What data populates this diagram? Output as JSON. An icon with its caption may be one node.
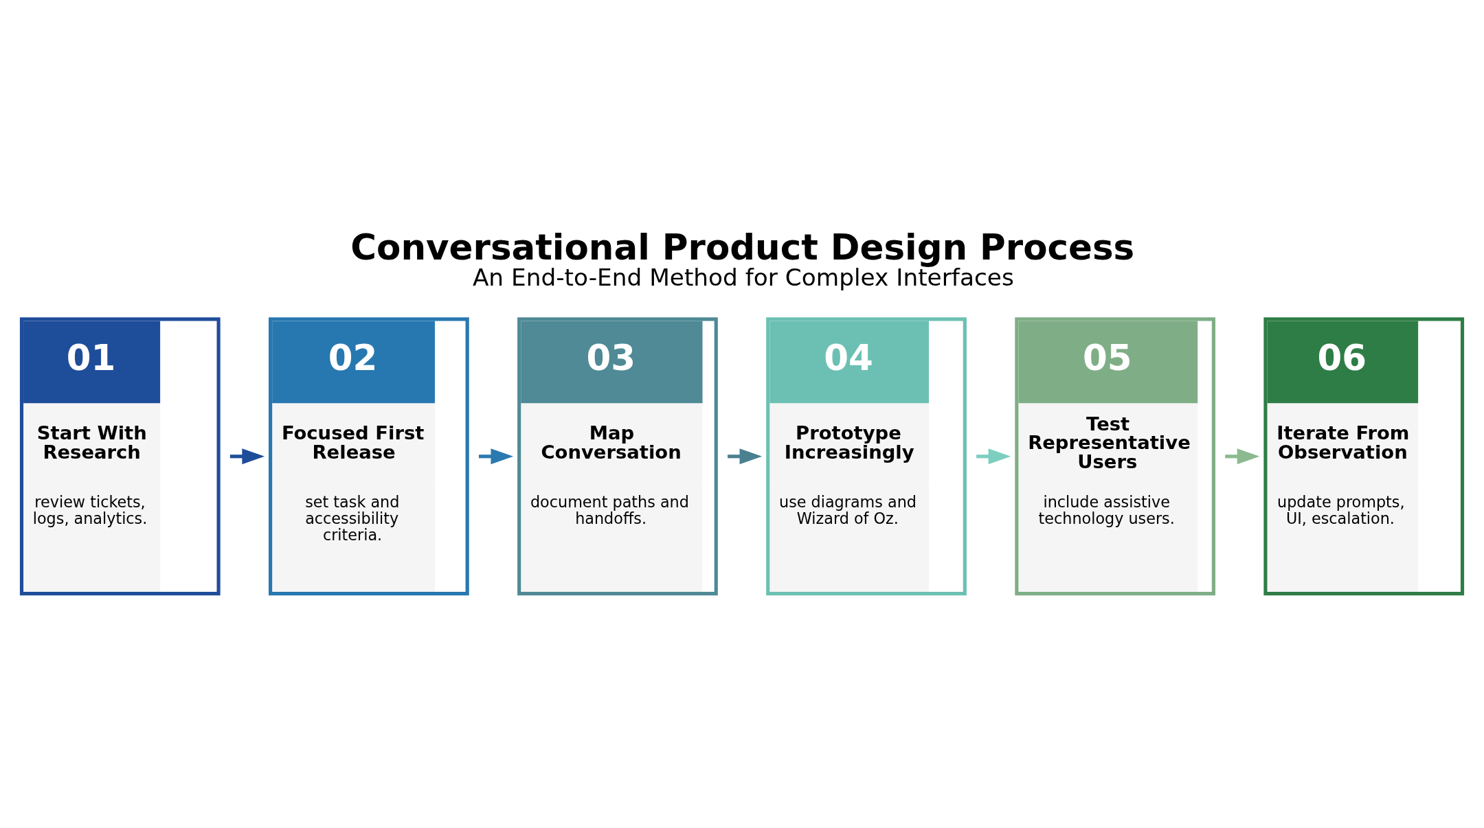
{
  "diagram": {
    "title": "Conversational Product Design Process",
    "caption": "An End-to-End Method for Complex Interfaces",
    "nodes": [
      {
        "text": [
          "01",
          "Start With Research",
          "review tickets, logs, analytics."
        ]
      },
      {
        "text": [
          "02",
          "Focused First Release",
          "set task and accessibility criteria."
        ]
      },
      {
        "text": [
          "03",
          "Map Conversation",
          "document paths and handoffs."
        ]
      },
      {
        "text": [
          "04",
          "Prototype Increasingly",
          "use diagrams and Wizard of Oz."
        ]
      },
      {
        "text": [
          "05",
          "Test Representative Users",
          "include assistive technology users."
        ]
      },
      {
        "text": [
          "06",
          "Iterate From Observation",
          "update prompts, UI, escalation."
        ]
      }
    ],
    "edges": [
      {
        "from": 0,
        "to": 1,
        "arrow": "to",
        "color": "#1e4d9a"
      },
      {
        "from": 1,
        "to": 2,
        "arrow": "to",
        "color": "#2a7ab0"
      },
      {
        "from": 2,
        "to": 3,
        "arrow": "to",
        "color": "#4a8090"
      },
      {
        "from": 3,
        "to": 4,
        "arrow": "to",
        "color": "#7ccfc0"
      },
      {
        "from": 4,
        "to": 5,
        "arrow": "to",
        "color": "#8cba90"
      }
    ]
  }
}
